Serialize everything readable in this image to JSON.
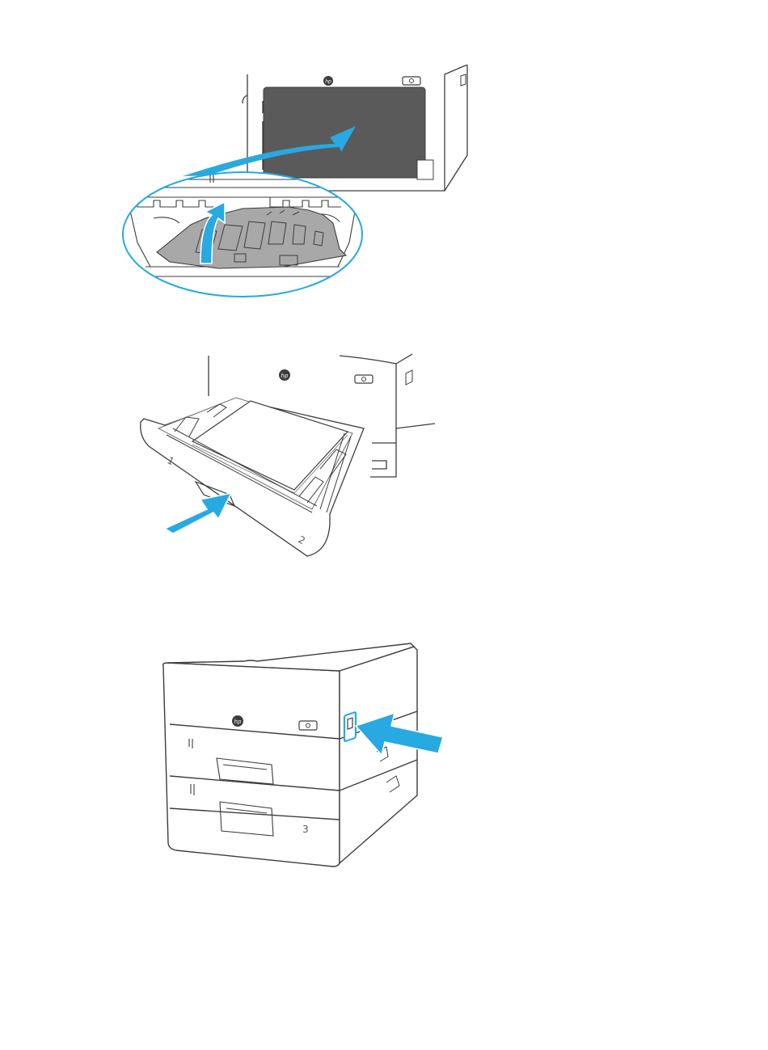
{
  "colors": {
    "arrow": "#27a9e1",
    "outline": "#3c3c3c",
    "inner": "#6b6b6b",
    "cavity": "#5a5a5a",
    "paper": "#ffffff",
    "cover": "#a8a8a8"
  },
  "icons": [
    "hp-logo-icon",
    "power-button-icon",
    "blue-arrow-icon",
    "zoom-callout"
  ],
  "step2": {
    "tray_label_1": "1",
    "tray_label_2": "2"
  },
  "step3": {
    "tray_label_3": "3"
  }
}
